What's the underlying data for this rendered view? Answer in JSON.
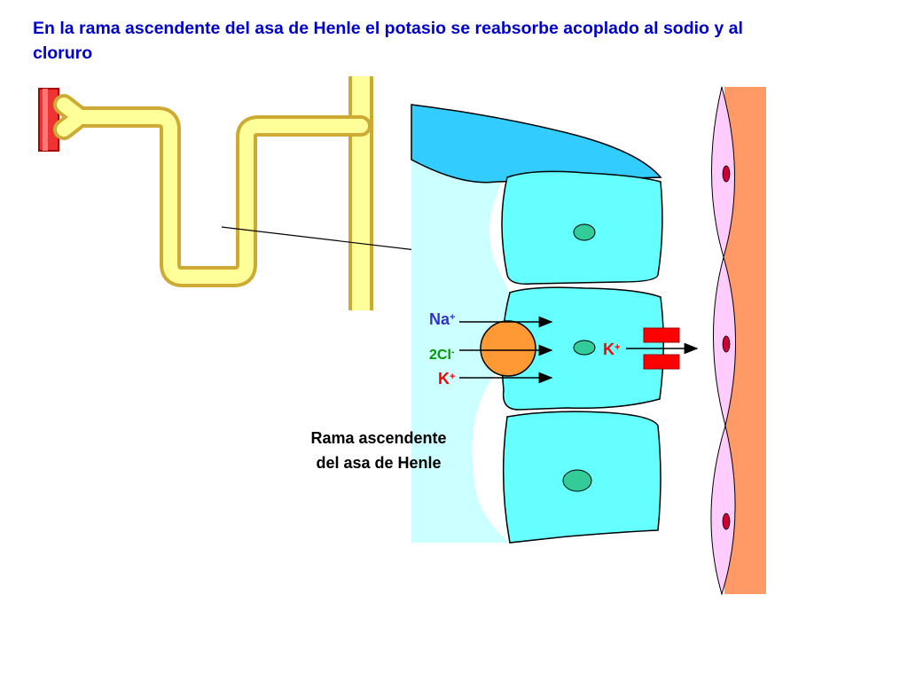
{
  "slide": {
    "title": "En la rama ascendente del asa de Henle el potasio se reabsorbe acoplado al sodio y al cloruro",
    "caption_line1": "Rama ascendente",
    "caption_line2": "del asa de Henle"
  },
  "ions": {
    "na": {
      "symbol": "Na",
      "charge": "+"
    },
    "cl": {
      "symbol": "2Cl",
      "charge": "-"
    },
    "k_apical": {
      "symbol": "K",
      "charge": "+"
    },
    "k_basolateral": {
      "symbol": "K",
      "charge": "+"
    }
  },
  "colors": {
    "title": "#0000cc",
    "nephron_tube": "#ffff99",
    "nephron_outline": "#ccaa33",
    "capillary": "#ee3333",
    "lumen": "#ccffff",
    "cell": "#66ffff",
    "basement_top": "#33ccff",
    "nucleus": "#33cc99",
    "cotransporter": "#ff9933",
    "k_channel": "#ff0000",
    "interstitium": "#ff9966",
    "endothelial": "#ffccff",
    "endothelial_nucleus": "#cc0033",
    "na_label": "#3333cc",
    "cl_label": "#009900",
    "k_label": "#ff0000"
  }
}
